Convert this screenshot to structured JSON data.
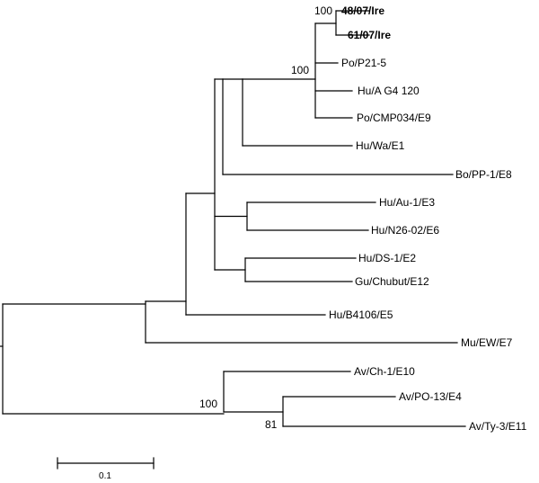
{
  "tree": {
    "taxa": [
      {
        "id": "t48",
        "label": "48/07/Ire",
        "bold": true
      },
      {
        "id": "t61",
        "label": "61/07/Ire",
        "bold": true
      },
      {
        "id": "tP21",
        "label": "Po/P21-5",
        "bold": false
      },
      {
        "id": "tAG4",
        "label": "Hu/A G4 120",
        "bold": false
      },
      {
        "id": "tCMP",
        "label": "Po/CMP034/E9",
        "bold": false
      },
      {
        "id": "tWa",
        "label": "Hu/Wa/E1",
        "bold": false
      },
      {
        "id": "tPP1",
        "label": "Bo/PP-1/E8",
        "bold": false
      },
      {
        "id": "tAu1",
        "label": "Hu/Au-1/E3",
        "bold": false
      },
      {
        "id": "tN26",
        "label": "Hu/N26-02/E6",
        "bold": false
      },
      {
        "id": "tDS1",
        "label": "Hu/DS-1/E2",
        "bold": false
      },
      {
        "id": "tChubut",
        "label": "Gu/Chubut/E12",
        "bold": false
      },
      {
        "id": "tB4106",
        "label": "Hu/B4106/E5",
        "bold": false
      },
      {
        "id": "tEW",
        "label": "Mu/EW/E7",
        "bold": false
      },
      {
        "id": "tCh1",
        "label": "Av/Ch-1/E10",
        "bold": false
      },
      {
        "id": "tPO13",
        "label": "Av/PO-13/E4",
        "bold": false
      },
      {
        "id": "tTy3",
        "label": "Av/Ty-3/E11",
        "bold": false
      }
    ],
    "bootstrap": [
      {
        "node": "n_ire",
        "value": "100"
      },
      {
        "node": "n_ire_clade",
        "value": "100"
      },
      {
        "node": "n_avian",
        "value": "100"
      },
      {
        "node": "n_po13_ty3",
        "value": "81"
      }
    ],
    "scale_bar": {
      "label": "0.1",
      "length": 0.1
    }
  }
}
